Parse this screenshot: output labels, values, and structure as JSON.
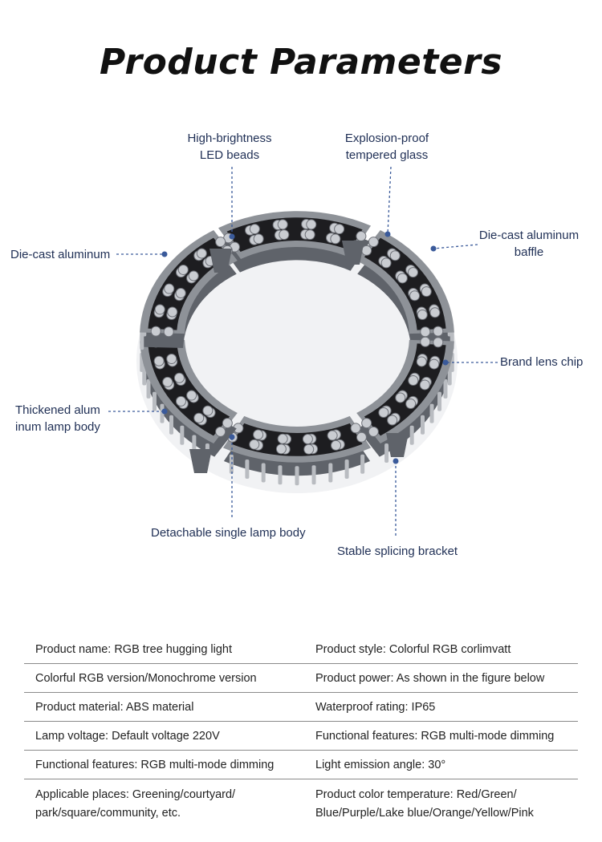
{
  "page": {
    "title": "Product Parameters"
  },
  "callouts": {
    "led_beads": [
      "High-brightness",
      "LED beads"
    ],
    "tempered_glass": [
      "Explosion-proof",
      "tempered glass"
    ],
    "die_cast_aluminum": "Die-cast aluminum",
    "aluminum_baffle": [
      "Die-cast aluminum",
      "baffle"
    ],
    "lens_chip": "Brand lens chip",
    "lamp_body": [
      "Thickened alum",
      "inum lamp body"
    ],
    "detachable": "Detachable single lamp body",
    "bracket": "Stable splicing bracket"
  },
  "colors": {
    "housing": "#8e9298",
    "housing_dark": "#5f636a",
    "led_panel": "#1d1d20",
    "leader_line": "#3a5a9a",
    "callout_text": "#1f2f55"
  },
  "specs": {
    "rows": [
      [
        "Product name: RGB tree hugging light",
        "Product style: Colorful RGB corlimvatt"
      ],
      [
        "Colorful RGB version/Monochrome version",
        "Product power: As shown in the figure below"
      ],
      [
        "Product material: ABS material",
        "Waterproof rating: IP65"
      ],
      [
        "Lamp voltage: Default voltage 220V",
        "Functional features: RGB multi-mode dimming"
      ],
      [
        "Functional features: RGB multi-mode dimming",
        "Light emission angle: 30°"
      ],
      [
        "Applicable places: Greening/courtyard/ park/square/community, etc.",
        "Product color temperature: Red/Green/ Blue/Purple/Lake blue/Orange/Yellow/Pink"
      ]
    ]
  }
}
